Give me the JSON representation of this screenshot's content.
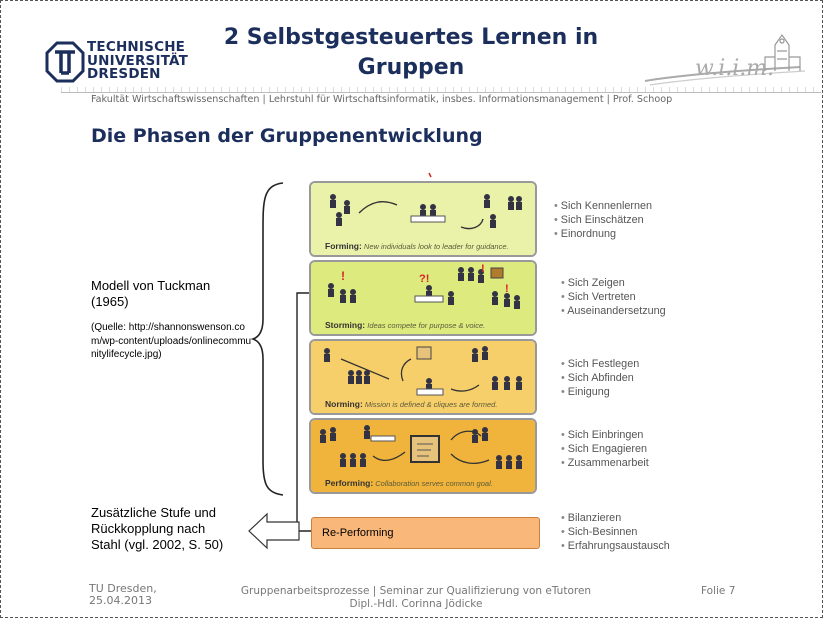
{
  "header": {
    "university_lines": [
      "TECHNISCHE",
      "UNIVERSITÄT",
      "DRESDEN"
    ],
    "title_line1": "2 Selbstgesteuertes Lernen in",
    "title_line2": "Gruppen",
    "faculty": "Fakultät Wirtschaftswissenschaften | Lehrstuhl für Wirtschaftsinformatik, insbes. Informationsmanagement | Prof. Schoop",
    "logo_right_text": "w.i.i.m."
  },
  "subtitle": "Die Phasen der Gruppenentwicklung",
  "left": {
    "model_line1": "Modell von Tuckman",
    "model_line2": "(1965)",
    "source": "(Quelle: http://shannonswenson.com/wp-content/uploads/onlinecommunitylifecycle.jpg)",
    "extra_line1": "Zusätzliche Stufe und",
    "extra_line2": "Rückkopplung nach",
    "extra_line3": "Stahl (vgl. 2002, S. 50)"
  },
  "phases": [
    {
      "name": "Forming:",
      "desc": "New individuals look to leader for guidance.",
      "color": "#e9f2a8",
      "bullets": [
        "Sich Kennenlernen",
        "Sich Einschätzen",
        "Einordnung"
      ]
    },
    {
      "name": "Storming:",
      "desc": "Ideas compete for purpose & voice.",
      "color": "#dcea7e",
      "bullets": [
        "Sich Zeigen",
        "Sich Vertreten",
        "Auseinandersetzung"
      ]
    },
    {
      "name": "Norming:",
      "desc": "Mission is defined & cliques are formed.",
      "color": "#f7cf6a",
      "bullets": [
        "Sich Festlegen",
        "Sich Abfinden",
        "Einigung"
      ]
    },
    {
      "name": "Performing:",
      "desc": "Collaboration serves common goal.",
      "color": "#f0b43c",
      "bullets": [
        "Sich Einbringen",
        "Sich Engagieren",
        "Zusammenarbeit"
      ]
    }
  ],
  "reperforming": {
    "label": "Re-Performing",
    "bullets": [
      "Bilanzieren",
      "Sich-Besinnen",
      "Erfahrungsaustausch"
    ]
  },
  "footer": {
    "left_line1": "TU Dresden,",
    "left_line2": "25.04.2013",
    "mid_line1": "Gruppenarbeitsprozesse | Seminar zur Qualifizierung von eTutoren",
    "mid_line2": "Dipl.-Hdl. Corinna Jödicke",
    "right": "Folie 7"
  }
}
